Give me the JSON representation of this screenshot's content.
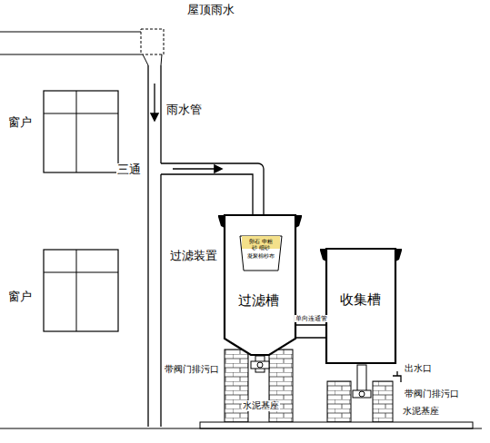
{
  "diagram": {
    "nodes": [
      {
        "text": [
          "过滤槽"
        ]
      },
      {
        "text": [
          "卵石 中粗砂 细砂",
          "凝聚棉纱布"
        ],
        "in": 0
      },
      {
        "text": [
          "收集槽"
        ]
      }
    ],
    "edges": [
      {
        "from": 0,
        "to": 2,
        "arrow": "none",
        "label": "单向连通管"
      }
    ],
    "labels": [
      "屋顶雨水",
      "雨水管",
      "窗户",
      "窗户",
      "三通",
      "过滤装置",
      "带阀门排污口",
      "水泥基座",
      "出水口",
      "带阀门排污口",
      "水泥基座"
    ]
  }
}
